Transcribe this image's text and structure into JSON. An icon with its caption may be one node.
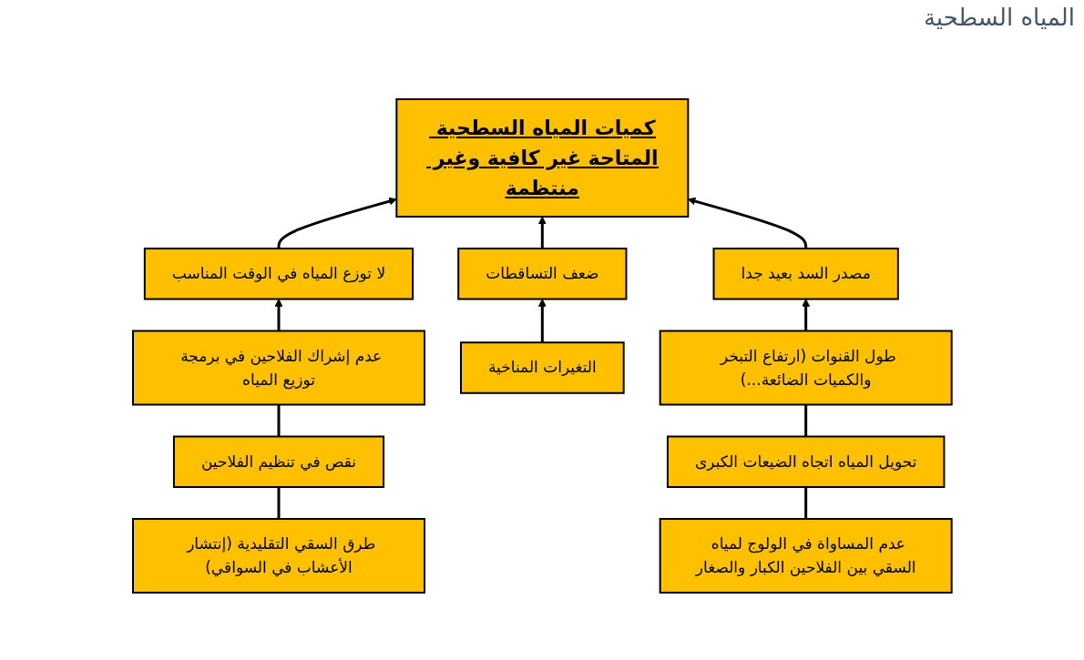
{
  "diagram": {
    "title": "المياه السطحية",
    "nodes": [
      {
        "text": [
          "كميات المياه السطحية المتاحة غير كافية وغير منتظمة"
        ]
      },
      {
        "text": [
          "لا توزع المياه في الوقت المناسب"
        ]
      },
      {
        "text": [
          "عدم إشراك الفلاحين في برمجة توزيع المياه"
        ]
      },
      {
        "text": [
          "نقص في تنظيم الفلاحين"
        ]
      },
      {
        "text": [
          "طرق السقي التقليدية (إنتشار الأعشاب في السواقي)"
        ]
      },
      {
        "text": [
          "ضعف التساقطات"
        ]
      },
      {
        "text": [
          "التغيرات المناخية"
        ]
      },
      {
        "text": [
          "مصدر السد بعيد جدا"
        ]
      },
      {
        "text": [
          "طول القنوات (ارتفاع التبخر والكميات الضائعة...)"
        ]
      },
      {
        "text": [
          "تحويل المياه اتجاه الضيعات الكبرى"
        ]
      },
      {
        "text": [
          "عدم المساواة في الولوج لمياه السقي بين الفلاحين الكبار والصغار"
        ]
      }
    ],
    "edges": [
      {
        "from": 1,
        "to": 0,
        "arrow": "to"
      },
      {
        "from": 5,
        "to": 0,
        "arrow": "to"
      },
      {
        "from": 7,
        "to": 0,
        "arrow": "to"
      },
      {
        "from": 2,
        "to": 1,
        "arrow": "to"
      },
      {
        "from": 3,
        "to": 2,
        "arrow": "none"
      },
      {
        "from": 4,
        "to": 3,
        "arrow": "none"
      },
      {
        "from": 6,
        "to": 5,
        "arrow": "to"
      },
      {
        "from": 8,
        "to": 7,
        "arrow": "to"
      },
      {
        "from": 9,
        "to": 8,
        "arrow": "none"
      },
      {
        "from": 10,
        "to": 9,
        "arrow": "none"
      }
    ]
  }
}
